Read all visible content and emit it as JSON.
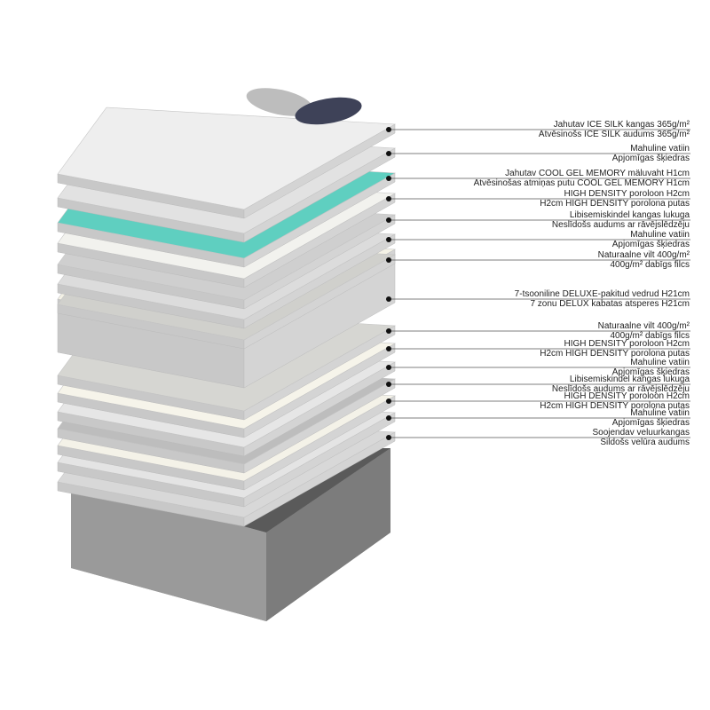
{
  "layers": [
    {
      "et": "Jahutav ICE SILK kangas 365g/m²",
      "lv": "Atvēsinošs ICE SILK audums 365g/m²",
      "color": "#eeeeee"
    },
    {
      "et": "Mahuline vatiin",
      "lv": "Apjomīgas šķiedras",
      "color": "#e2e2e2"
    },
    {
      "et": "Jahutav COOL GEL MEMORY mäluvaht H1cm",
      "lv": "Atvēsinošas atmiņas putu COOL GEL MEMORY H1cm",
      "color": "#5fcfc0"
    },
    {
      "et": "HIGH DENSITY poroloon H2cm",
      "lv": "H2cm HIGH DENSITY porolona putas",
      "color": "#f2f2ee"
    },
    {
      "et": "Libisemiskindel kangas lukuga",
      "lv": "Neslīdošs audums ar rāvējslēdzēju",
      "color": "#cfcfcf"
    },
    {
      "et": "Mahuline vatiin",
      "lv": "Apjomīgas šķiedras",
      "color": "#dcdcdc"
    },
    {
      "et": "Naturaalne vilt 400g/m²",
      "lv": "400g/m²  dabīgs filcs",
      "color": "#d0d0cc"
    },
    {
      "et": "7-tsooniline DELUXE-pakitud vedrud H21cm",
      "lv": "7 zonu DELUX kabatas atsperes H21cm",
      "color": "#f4f2e6"
    },
    {
      "et": "Naturaalne vilt 400g/m²",
      "lv": "400g/m²  dabīgs filcs",
      "color": "#d6d6d2"
    },
    {
      "et": "HIGH DENSITY poroloon H2cm",
      "lv": "H2cm HIGH DENSITY porolona putas",
      "color": "#f6f4ea"
    },
    {
      "et": "Mahuline vatiin",
      "lv": "Apjomīgas šķiedras",
      "color": "#e6e6e6"
    },
    {
      "et": "Libisemiskindel kangas lukuga",
      "lv": "Neslīdošs audums ar rāvējslēdzēju",
      "color": "#bdbdbd"
    },
    {
      "et": "HIGH DENSITY poroloon H2cm",
      "lv": "H2cm HIGH DENSITY porolona putas",
      "color": "#f4f2e8"
    },
    {
      "et": "Mahuline vatiin",
      "lv": "Apjomīgas šķiedras",
      "color": "#e4e4e4"
    },
    {
      "et": "Soojendav veluurkangas",
      "lv": "Sildošs velūra audums",
      "color": "#d8d8d8"
    }
  ],
  "base_color": "#8a8a8a",
  "pillow_colors": [
    "#bdbdbd",
    "#3e4258"
  ]
}
